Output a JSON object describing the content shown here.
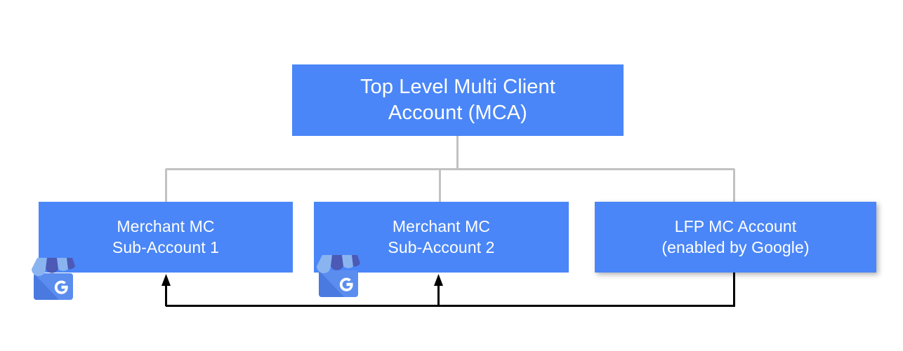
{
  "diagram": {
    "title": "Top Level Multi Client Account structure",
    "background_color": "#ffffff",
    "node_color": "#4a86f7",
    "node_text_color": "#ffffff",
    "tree_connector_color": "#c2c2c2",
    "feed_arrow_color": "#000000",
    "nodes": {
      "mca": {
        "label": "Top Level Multi Client\nAccount (MCA)",
        "line1": "Top Level Multi Client",
        "line2": "Account (MCA)"
      },
      "merchant_1": {
        "label": "Merchant MC\nSub-Account 1",
        "line1": "Merchant MC",
        "line2": "Sub-Account 1",
        "icon": "google-my-business-storefront-icon"
      },
      "merchant_2": {
        "label": "Merchant MC\nSub-Account 2",
        "line1": "Merchant MC",
        "line2": "Sub-Account 2",
        "icon": "google-my-business-storefront-icon"
      },
      "lfp": {
        "label": "LFP MC Account\n(enabled by Google)",
        "line1": "LFP MC Account",
        "line2": "(enabled by Google)"
      }
    },
    "icon_colors": {
      "awning_light": "#8ab4f0",
      "awning_dark": "#4c59b5",
      "body": "#5b8def",
      "shadow": "#4a7ae0",
      "glyph": "#ffffff",
      "glyph_letter": "G"
    }
  }
}
